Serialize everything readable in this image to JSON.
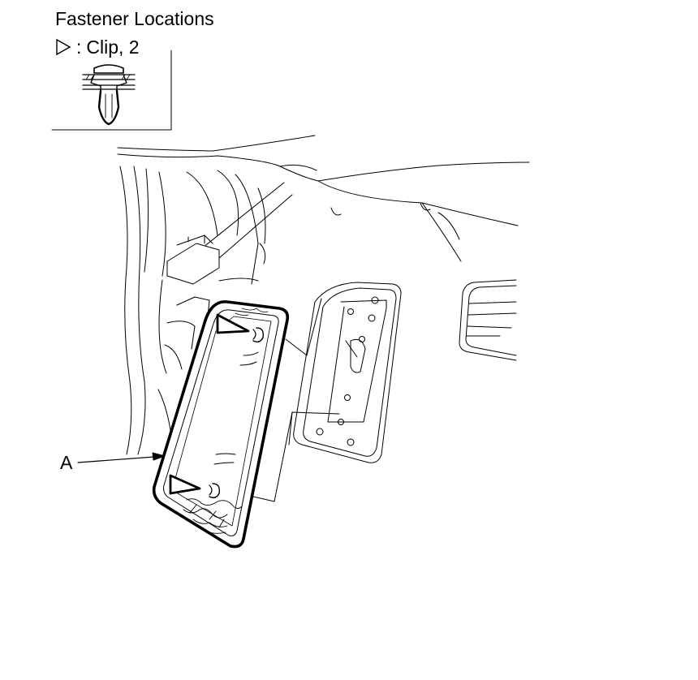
{
  "figure": {
    "title": "Fastener Locations",
    "legend": {
      "symbol_icon": "open-triangle-icon",
      "separator": ":",
      "text": "Clip, 2"
    },
    "callouts": {
      "part_a": "A"
    }
  },
  "colors": {
    "line": "#000000",
    "background": "#ffffff"
  }
}
